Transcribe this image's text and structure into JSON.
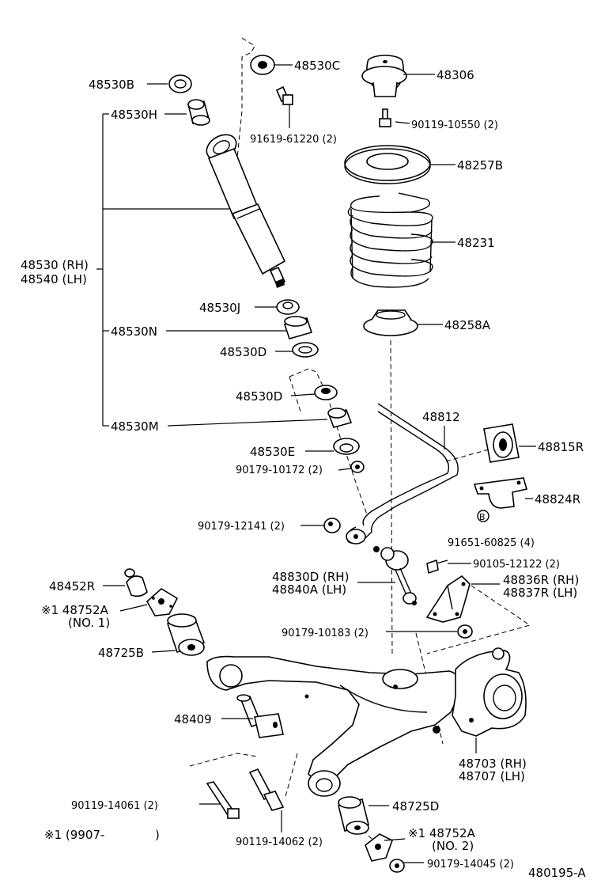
{
  "labels": {
    "p48530C": "48530C",
    "p48306": "48306",
    "p48530B": "48530B",
    "p48530H": "48530H",
    "p90119_10550": "90119-10550 (2)",
    "p91619_61220": "91619-61220 (2)",
    "p48257B": "48257B",
    "p48231": "48231",
    "p48530_rh": "48530 (RH)",
    "p48540_lh": "48540 (LH)",
    "p48530J": "48530J",
    "p48258A": "48258A",
    "p48530N": "48530N",
    "p48530D_a": "48530D",
    "p48530D_b": "48530D",
    "p48812": "48812",
    "p48530M": "48530M",
    "p48815R": "48815R",
    "p48530E": "48530E",
    "p90179_10172": "90179-10172 (2)",
    "p48824R": "48824R",
    "p_b_mark": "B",
    "p90179_12141": "90179-12141 (2)",
    "p91651_60825": "91651-60825 (4)",
    "p48830D": "48830D (RH)",
    "p48840A": "48840A (LH)",
    "p90105_12122": "90105-12122 (2)",
    "p48452R": "48452R",
    "p48836R": "48836R (RH)",
    "p48837R": "48837R (LH)",
    "p48752A_1": "※1 48752A",
    "p48752A_1_no": "(NO. 1)",
    "p90179_10183": "90179-10183 (2)",
    "p48725B": "48725B",
    "p48409": "48409",
    "p48703": "48703 (RH)",
    "p48707": "48707 (LH)",
    "p90119_14061": "90119-14061 (2)",
    "p48725D": "48725D",
    "p90119_14062": "90119-14062 (2)",
    "p48752A_2": "※1 48752A",
    "p48752A_2_no": "(NO. 2)",
    "p_note": "※1 (9907-",
    "p_note_close": ")",
    "p90179_14045": "90179-14045 (2)",
    "p_fig": "480195-A"
  }
}
